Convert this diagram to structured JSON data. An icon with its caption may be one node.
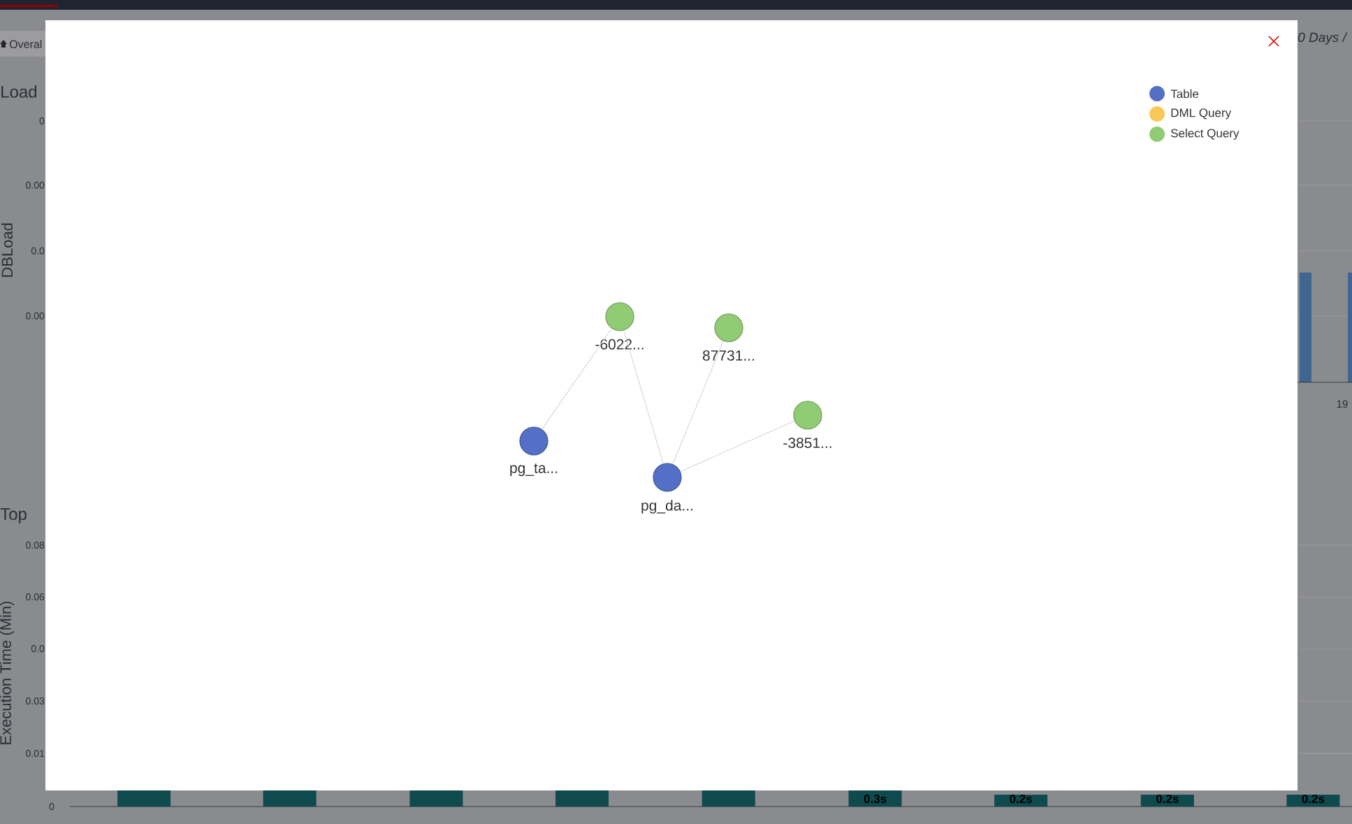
{
  "diagram": {
    "nodes": [
      {
        "text": [
          "-6022..."
        ]
      },
      {
        "text": [
          "87731..."
        ]
      },
      {
        "text": [
          "-3851..."
        ]
      },
      {
        "text": [
          "pg_ta..."
        ]
      },
      {
        "text": [
          "pg_da..."
        ]
      }
    ],
    "edges": [
      {
        "from": 0,
        "to": 3,
        "arrow": "none"
      },
      {
        "from": 0,
        "to": 4,
        "arrow": "none"
      },
      {
        "from": 1,
        "to": 4,
        "arrow": "none"
      },
      {
        "from": 2,
        "to": 4,
        "arrow": "none"
      }
    ],
    "labels": [
      "Overal",
      "0 Days /",
      "Load",
      "0",
      "0.00",
      "DBLoad",
      "0.0",
      "0.00",
      "19",
      "Top",
      "0.08",
      "0.06",
      "Execution Time (Min)",
      "0.0",
      "0.03",
      "0.01",
      "0",
      "0.3s",
      "0.2s",
      "0.2s",
      "0.2s"
    ],
    "legend": [
      {
        "text": "Table",
        "color": "#5470c6"
      },
      {
        "text": "DML Query",
        "color": "#fac858"
      },
      {
        "text": "Select Query",
        "color": "#91cc75"
      }
    ]
  }
}
